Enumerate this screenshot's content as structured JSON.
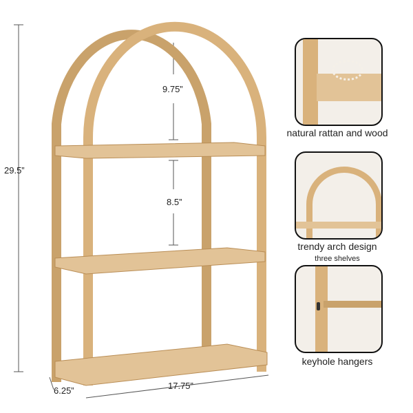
{
  "dimensions": {
    "height": "29.5”",
    "top_gap": "9.75”",
    "middle_gap": "8.5”",
    "width": "17.75”",
    "depth": "6.25”"
  },
  "features": [
    {
      "title": "natural rattan and wood",
      "subtitle": ""
    },
    {
      "title": "trendy arch design",
      "subtitle": "three shelves"
    },
    {
      "title": "keyhole hangers",
      "subtitle": ""
    }
  ],
  "colors": {
    "rattan": "#d9b27c",
    "rattan_dark": "#b98d55",
    "wood": "#e2c397",
    "dimension_line": "#555555"
  }
}
